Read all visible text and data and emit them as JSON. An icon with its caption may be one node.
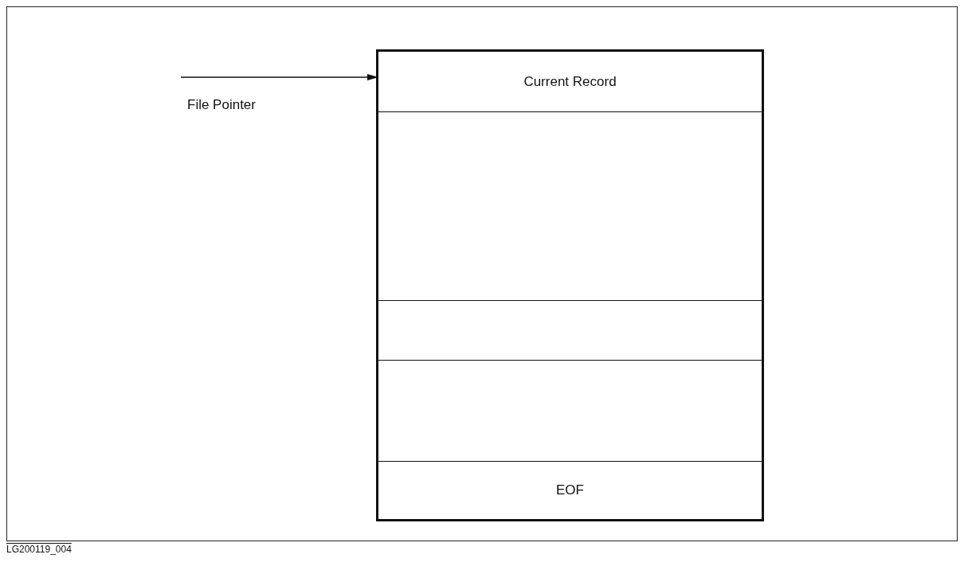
{
  "diagram": {
    "nodes": [
      {
        "text": [],
        "shape": "box"
      },
      {
        "text": [
          "Current Record"
        ],
        "in": 0
      },
      {
        "text": [],
        "shape": "box",
        "in": 0
      },
      {
        "text": [],
        "shape": "box",
        "in": 0
      },
      {
        "text": [],
        "shape": "box",
        "in": 0
      },
      {
        "text": [
          "EOF"
        ],
        "in": 0
      }
    ],
    "edges": [
      {
        "from": null,
        "to": 1,
        "arrow": "to",
        "label": "File Pointer"
      }
    ],
    "labels": [
      "LG200119_004"
    ]
  }
}
